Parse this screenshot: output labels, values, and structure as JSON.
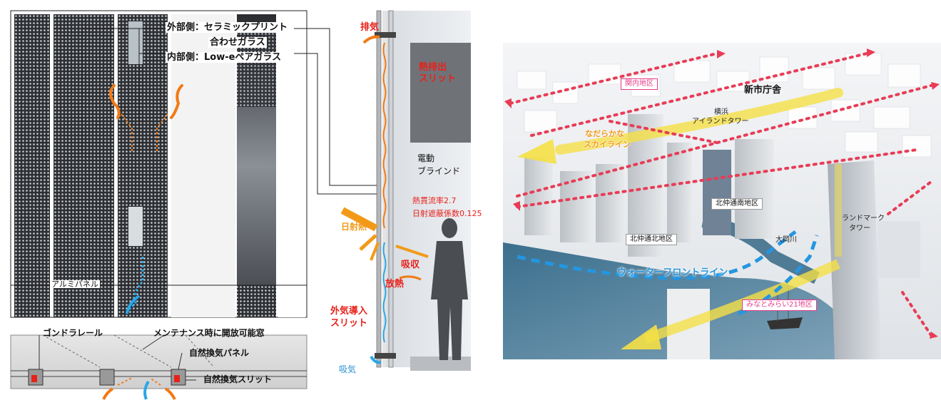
{
  "facade": {
    "outer_side": "外部側：セラミックプリント",
    "laminated_glass": "合わせガラス",
    "inner_side": "内部側：Low-eペアガラス",
    "exhaust": "排気",
    "heat_exhaust_slit_1": "熱排出",
    "heat_exhaust_slit_2": "スリット",
    "electric_blind_1": "電動",
    "electric_blind_2": "ブラインド",
    "heat_transmission": "熱貫流率2.7",
    "solar_shading": "日射遮蔽係数0.125",
    "solar_heat": "日射熱",
    "absorption": "吸収",
    "heat_release": "放熱",
    "aluminum_panel": "アルミパネル",
    "outside_air_slit_1": "外気導入",
    "outside_air_slit_2": "スリット",
    "intake": "吸気",
    "gondola_rail": "ゴンドラレール",
    "maintenance_window": "メンテナンス時に開放可能窓",
    "natural_vent_panel": "自然換気パネル",
    "natural_vent_slit": "自然換気スリット"
  },
  "map": {
    "kannai": "関内地区",
    "new_city_hall": "新市庁舎",
    "yokohama_island_1": "横浜",
    "yokohama_island_2": "アイランドタワー",
    "skyline_1": "なだらかな",
    "skyline_2": "スカイライン",
    "kitanaka_south": "北仲通南地区",
    "kitanaka_north": "北仲通北地区",
    "ooka_river": "大岡川",
    "landmark_1": "ランドマーク",
    "landmark_2": "タワー",
    "waterfront": "ウォーターフロントライン",
    "minatomirai": "みなとみらい21地区"
  },
  "colors": {
    "red_label": "#e8211b",
    "blue_label": "#2a8fd0",
    "pink_dots": "#e83c55",
    "yellow_arrow": "#f5e046",
    "orange_arrow": "#f29a18"
  }
}
